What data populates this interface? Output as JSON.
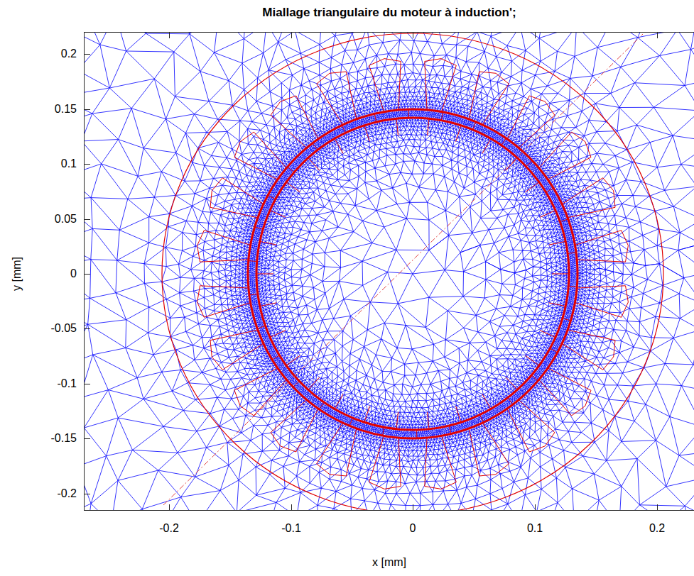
{
  "diagram": {
    "title": "Miallage triangulaire du moteur à induction';",
    "labels": [
      "-0.2",
      "-0.1",
      "0",
      "0.1",
      "0.2",
      "x [mm]",
      "0.2",
      "0.15",
      "0.1",
      "0.05",
      "0",
      "-0.05",
      "-0.1",
      "-0.15",
      "-0.2",
      "y [mm]"
    ]
  }
}
